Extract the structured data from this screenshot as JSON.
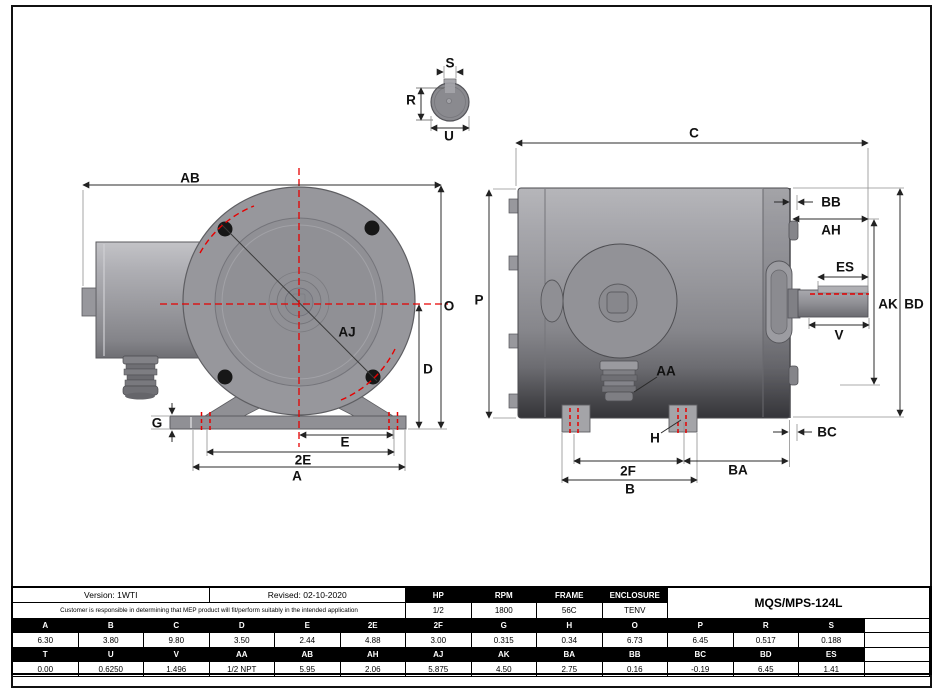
{
  "drawing": {
    "labels": {
      "AB": "AB",
      "O": "O",
      "D": "D",
      "G": "G",
      "E": "E",
      "2E": "2E",
      "A": "A",
      "AJ": "AJ",
      "S": "S",
      "R": "R",
      "U": "U",
      "C": "C",
      "P": "P",
      "BB": "BB",
      "AH": "AH",
      "ES": "ES",
      "AK": "AK",
      "BD": "BD",
      "V": "V",
      "AA": "AA",
      "BC": "BC",
      "BA": "BA",
      "2F": "2F",
      "B": "B",
      "H": "H"
    }
  },
  "title_block": {
    "version": "Version: 1WTI",
    "revised": "Revised: 02-10-2020",
    "disclaimer": "Customer is responsible in determining that MEP product will fit/perform suitably in the intended application",
    "model": "MQS/MPS-124L",
    "motor_specs": {
      "headers": [
        "HP",
        "RPM",
        "FRAME",
        "ENCLOSURE"
      ],
      "values": [
        "1/2",
        "1800",
        "56C",
        "TENV"
      ]
    },
    "dim_table": {
      "row1_headers": [
        "A",
        "B",
        "C",
        "D",
        "E",
        "2E",
        "2F",
        "G",
        "H",
        "O",
        "P",
        "R",
        "S"
      ],
      "row1_values": [
        "6.30",
        "3.80",
        "9.80",
        "3.50",
        "2.44",
        "4.88",
        "3.00",
        "0.315",
        "0.34",
        "6.73",
        "6.45",
        "0.517",
        "0.188"
      ],
      "row2_headers": [
        "T",
        "U",
        "V",
        "AA",
        "AB",
        "AH",
        "AJ",
        "AK",
        "BA",
        "BB",
        "BC",
        "BD",
        "ES"
      ],
      "row2_values": [
        "0.00",
        "0.6250",
        "1.496",
        "1/2 NPT",
        "5.95",
        "2.06",
        "5.875",
        "4.50",
        "2.75",
        "0.16",
        "-0.19",
        "6.45",
        "1.41"
      ]
    }
  },
  "colors": {
    "dimension_red": "#e60000",
    "table_header_bg": "#000000"
  }
}
